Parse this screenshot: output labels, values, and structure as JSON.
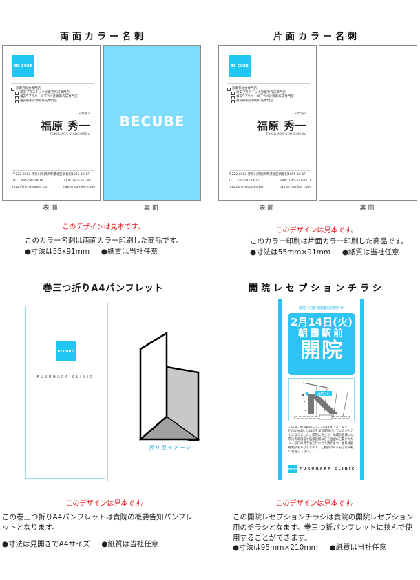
{
  "sample_note": "このデザインは見本です。",
  "double_card": {
    "title": "両面カラー名刺",
    "front_label": "表面",
    "back_label": "裏面",
    "description": "このカラー名刺は両面カラー印刷した商品です。",
    "spec_size": "●寸法は55x91mm",
    "spec_paper": "●紙質は当社任意"
  },
  "single_card": {
    "title": "片面カラー名刺",
    "front_label": "表面",
    "back_label": "裏面",
    "description": "このカラー印刷は片面カラー印刷した商品です。",
    "spec_size": "●寸法は55mm×91mm",
    "spec_paper": "●紙質は当社任意"
  },
  "card_content": {
    "logo": "BE CUBE",
    "tree": {
      "root": "診察券総合専門店",
      "children": [
        "格安プラスチック診察券作成専門店",
        "格安5プラペ・Wプラペ診察券作成専門店",
        "格安紙製診察券作成専門店"
      ]
    },
    "representative_label": "<代表>",
    "name_jp": "福原 秀一",
    "name_en": "FUKUHARA SHUICHIROU",
    "address": "〒222-0002 神奈川県横浜市港北区綱島町1055-15-1F",
    "tel": "TEL：045-541-0616",
    "fax": "FAX：045-541-0611",
    "web": "http://shimatsuken.biz",
    "twitter": "twitter.com/be_cube",
    "back_logo": "BECUBE"
  },
  "pamphlet": {
    "title": "巻三つ折りA4パンフレット",
    "logo": "BECUBE",
    "clinic_name": "FUKUHARA CLINIC",
    "fold_caption": "折り型イメージ",
    "description": "この巻三つ折りA4パンフレットは貴院の概要告知パンフレットとなります。",
    "spec_size": "●寸法は見開きでA4サイズ",
    "spec_paper": "●紙質は当社任意"
  },
  "flyer": {
    "title": "開院レセプションチラシ",
    "header": "開院・内覧会開催のお知らせ",
    "date": "2月14日(火)",
    "station": "朝霞駅前",
    "open": "開院",
    "map_label": "当院(2F)",
    "station_label": "朝霞駅",
    "body": "この度、朝霞駅前にて、2月14日（火）よりFUKUHARA CLINICを新規開院させていただくことになりました。開院に先立ち、地域の皆様には院内の新施設や医療設備などを自由にご覧いただく、院内の見学会を行わせて頂きます。当日は医療相談もありますので、ご相談のある方はお気軽にお越し下さい。",
    "logo": "BECUBE",
    "clinic_name": "FUKUHARA CLINIC",
    "description": "この開院レセプションチラシは貴院の開院レセプション用のチラシとなます。巻三つ折パンフレットに挟んで使用することができます。",
    "spec_size": "●寸法は95mm×210mm",
    "spec_paper": "●紙質は当社任意"
  },
  "colors": {
    "accent_blue": "#21c6f2",
    "card_back_blue": "#7fdcfd",
    "note_red": "#e8141a",
    "caption_blue": "#1ea9e6"
  }
}
